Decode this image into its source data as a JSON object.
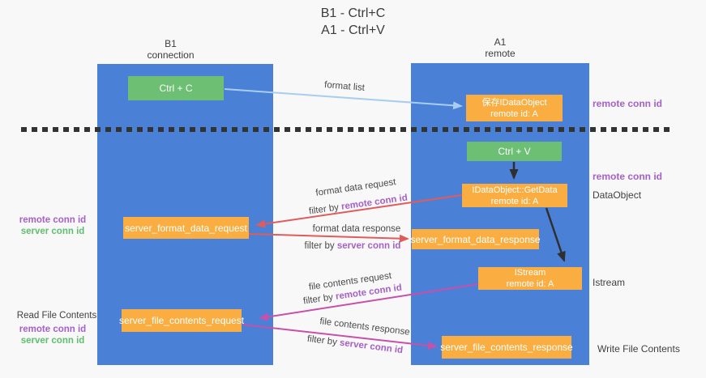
{
  "title": {
    "line1": "B1 - Ctrl+C",
    "line2": "A1 - Ctrl+V"
  },
  "lanes": {
    "left": {
      "name": "B1",
      "type": "connection"
    },
    "right": {
      "name": "A1",
      "type": "remote"
    }
  },
  "nodes": {
    "ctrl_c": {
      "label": "Ctrl + C"
    },
    "ctrl_v": {
      "label": "Ctrl + V"
    },
    "save_idataobject": {
      "line1": "保存IDataObject",
      "line2": "remote id: A"
    },
    "idataobject_getdata": {
      "line1": "IDataObject::GetData",
      "line2": "remote id: A"
    },
    "istream": {
      "line1": "IStream",
      "line2": "remote id: A"
    },
    "server_format_data_request": {
      "label": "server_format_data_request"
    },
    "server_format_data_response": {
      "label": "server_format_data_response"
    },
    "server_file_contents_request": {
      "label": "server_file_contents_request"
    },
    "server_file_contents_response": {
      "label": "server_file_contents_response"
    }
  },
  "arrows": {
    "format_list": {
      "label": "format list"
    },
    "format_data_request": {
      "label": "format data request",
      "filter_prefix": "filter by",
      "filter_key": "remote conn id"
    },
    "format_data_response": {
      "label": "format data response",
      "filter_prefix": "filter by",
      "filter_key": "server conn id"
    },
    "file_contents_request": {
      "label": "file contents request",
      "filter_prefix": "filter by",
      "filter_key": "remote conn id"
    },
    "file_contents_response": {
      "label": "file contents response",
      "filter_prefix": "filter by",
      "filter_key": "server conn id"
    }
  },
  "side_labels": {
    "right_top_remote_conn_id": "remote conn id",
    "right_mid_remote_conn_id": "remote conn id",
    "dataobject": "DataObject",
    "istream": "Istream",
    "write_file_contents": "Write File Contents",
    "left_format_remote_conn_id": "remote conn id",
    "left_format_server_conn_id": "server conn id",
    "read_file_contents": "Read File Contents",
    "left_file_remote_conn_id": "remote conn id",
    "left_file_server_conn_id": "server conn id"
  },
  "colors": {
    "lane_blue": "#4a80d5",
    "node_orange": "#faae42",
    "node_green": "#6cbf73",
    "arrow_light_blue": "#a9cdee",
    "arrow_red": "#e05c5c",
    "arrow_magenta": "#c750aa",
    "arrow_black": "#2f2f2f",
    "label_purple": "#a661c9",
    "label_green": "#5fbe6e"
  }
}
